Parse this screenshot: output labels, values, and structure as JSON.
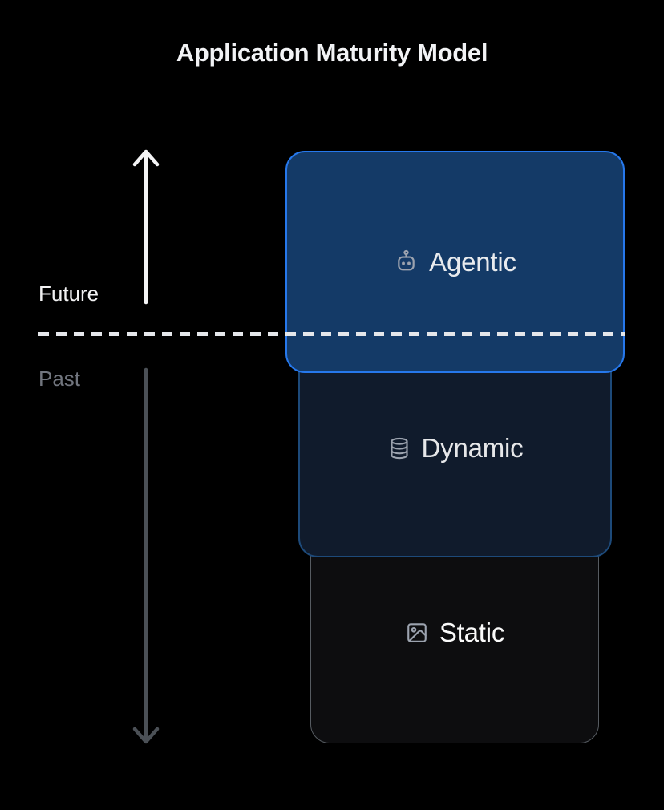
{
  "title": "Application Maturity Model",
  "timeline": {
    "future_label": "Future",
    "past_label": "Past",
    "future_arrow_color": "#F4F4F5",
    "past_arrow_color": "#4B5056",
    "divider_color": "#E5E7EB"
  },
  "levels": [
    {
      "label": "Agentic",
      "icon": "robot-icon",
      "fill": "#143A67",
      "border": "#2678EC",
      "text_color": "#E9EBEE",
      "icon_color": "#9CA3AF"
    },
    {
      "label": "Dynamic",
      "icon": "database-icon",
      "fill": "#101B2C",
      "border": "#1D4A7A",
      "text_color": "#E6E7E9",
      "icon_color": "#9CA3AF"
    },
    {
      "label": "Static",
      "icon": "image-icon",
      "fill": "#0D0D0F",
      "border": "#565B61",
      "text_color": "#FAFAFA",
      "icon_color": "#9CA3AF"
    }
  ],
  "colors": {
    "background": "#000000",
    "title_color": "#F2F3F5",
    "future_label_color": "#F2F2F3",
    "past_label_color": "#71757E"
  }
}
